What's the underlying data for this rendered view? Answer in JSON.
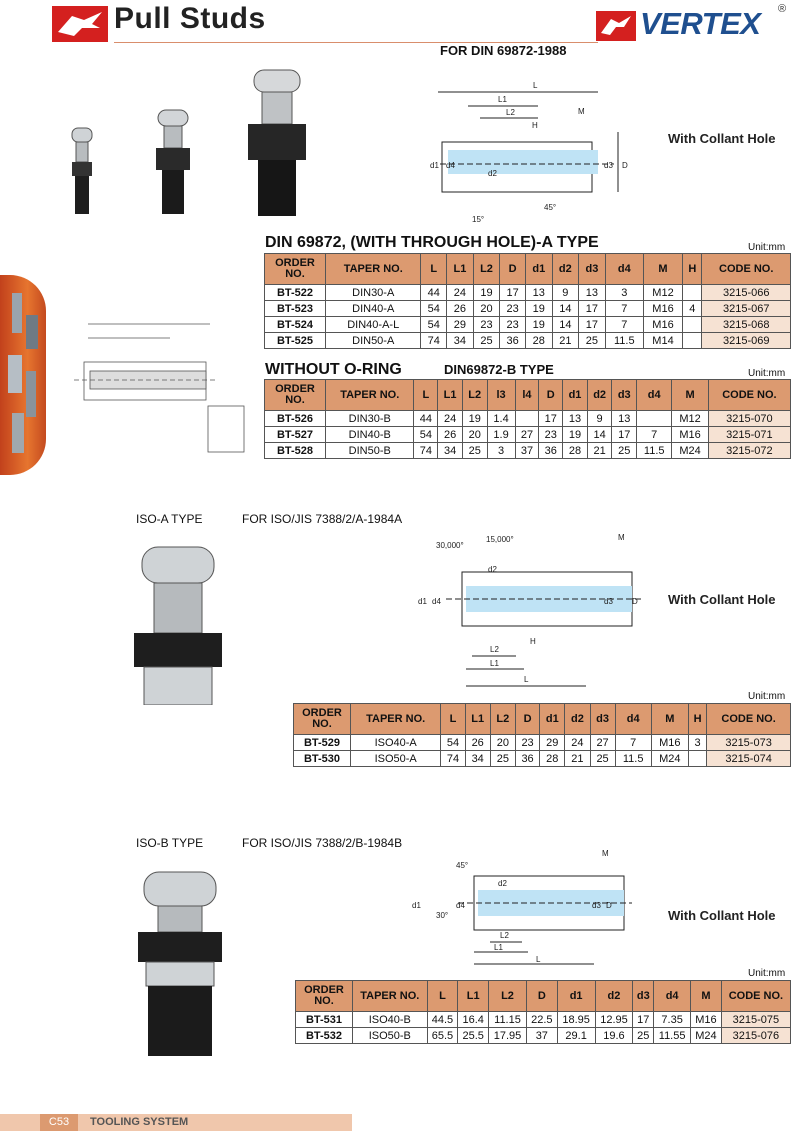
{
  "header": {
    "title": "Pull Studs",
    "brand": "VERTEX",
    "brand_reg": "®",
    "subtitle": "FOR DIN 69872-1988"
  },
  "coolant_label": "With Collant Hole",
  "unit_label": "Unit:mm",
  "din_a": {
    "title": "DIN 69872, (WITH THROUGH HOLE)-A TYPE",
    "headers": [
      "ORDER NO.",
      "TAPER NO.",
      "L",
      "L1",
      "L2",
      "D",
      "d1",
      "d2",
      "d3",
      "d4",
      "M",
      "H",
      "CODE NO."
    ],
    "rows": [
      [
        "BT-522",
        "DIN30-A",
        "44",
        "24",
        "19",
        "17",
        "13",
        "9",
        "13",
        "3",
        "M12",
        "",
        "3215-066"
      ],
      [
        "BT-523",
        "DIN40-A",
        "54",
        "26",
        "20",
        "23",
        "19",
        "14",
        "17",
        "7",
        "M16",
        "4",
        "3215-067"
      ],
      [
        "BT-524",
        "DIN40-A-L",
        "54",
        "29",
        "23",
        "23",
        "19",
        "14",
        "17",
        "7",
        "M16",
        "",
        "3215-068"
      ],
      [
        "BT-525",
        "DIN50-A",
        "74",
        "34",
        "25",
        "36",
        "28",
        "21",
        "25",
        "11.5",
        "M14",
        "",
        "3215-069"
      ]
    ]
  },
  "din_b": {
    "title": "WITHOUT O-RING",
    "subtitle": "DIN69872-B TYPE",
    "headers": [
      "ORDER NO.",
      "TAPER NO.",
      "L",
      "L1",
      "L2",
      "l3",
      "l4",
      "D",
      "d1",
      "d2",
      "d3",
      "d4",
      "M",
      "CODE NO."
    ],
    "rows": [
      [
        "BT-526",
        "DIN30-B",
        "44",
        "24",
        "19",
        "1.4",
        "",
        "17",
        "13",
        "9",
        "13",
        "",
        "M12",
        "3215-070"
      ],
      [
        "BT-527",
        "DIN40-B",
        "54",
        "26",
        "20",
        "1.9",
        "27",
        "23",
        "19",
        "14",
        "17",
        "7",
        "M16",
        "3215-071"
      ],
      [
        "BT-528",
        "DIN50-B",
        "74",
        "34",
        "25",
        "3",
        "37",
        "36",
        "28",
        "21",
        "25",
        "11.5",
        "M24",
        "3215-072"
      ]
    ]
  },
  "iso_a": {
    "type": "ISO-A TYPE",
    "standard": "FOR ISO/JIS 7388/2/A-1984A",
    "headers": [
      "ORDER NO.",
      "TAPER NO.",
      "L",
      "L1",
      "L2",
      "D",
      "d1",
      "d2",
      "d3",
      "d4",
      "M",
      "H",
      "CODE NO."
    ],
    "rows": [
      [
        "BT-529",
        "ISO40-A",
        "54",
        "26",
        "20",
        "23",
        "29",
        "24",
        "27",
        "7",
        "M16",
        "3",
        "3215-073"
      ],
      [
        "BT-530",
        "ISO50-A",
        "74",
        "34",
        "25",
        "36",
        "28",
        "21",
        "25",
        "11.5",
        "M24",
        "",
        "3215-074"
      ]
    ]
  },
  "iso_b": {
    "type": "ISO-B TYPE",
    "standard": "FOR ISO/JIS 7388/2/B-1984B",
    "headers": [
      "ORDER NO.",
      "TAPER NO.",
      "L",
      "L1",
      "L2",
      "D",
      "d1",
      "d2",
      "d3",
      "d4",
      "M",
      "CODE NO."
    ],
    "rows": [
      [
        "BT-531",
        "ISO40-B",
        "44.5",
        "16.4",
        "11.15",
        "22.5",
        "18.95",
        "12.95",
        "17",
        "7.35",
        "M16",
        "3215-075"
      ],
      [
        "BT-532",
        "ISO50-B",
        "65.5",
        "25.5",
        "17.95",
        "37",
        "29.1",
        "19.6",
        "25",
        "11.55",
        "M24",
        "3215-076"
      ]
    ]
  },
  "drawing_labels": {
    "top": [
      "L",
      "L1",
      "L2",
      "M",
      "H",
      "d1",
      "d4",
      "d2",
      "d3",
      "D",
      "15°",
      "45°"
    ],
    "iso_a": [
      "30,000°",
      "15,000°",
      "M",
      "d2",
      "d1",
      "d4",
      "d3",
      "D",
      "H",
      "L2",
      "L1",
      "L"
    ],
    "iso_b": [
      "45°",
      "M",
      "d2",
      "d1",
      "d4",
      "30°",
      "d3",
      "D",
      "L2",
      "L1",
      "L"
    ]
  },
  "footer": {
    "page": "C53",
    "label": "TOOLING SYSTEM"
  }
}
